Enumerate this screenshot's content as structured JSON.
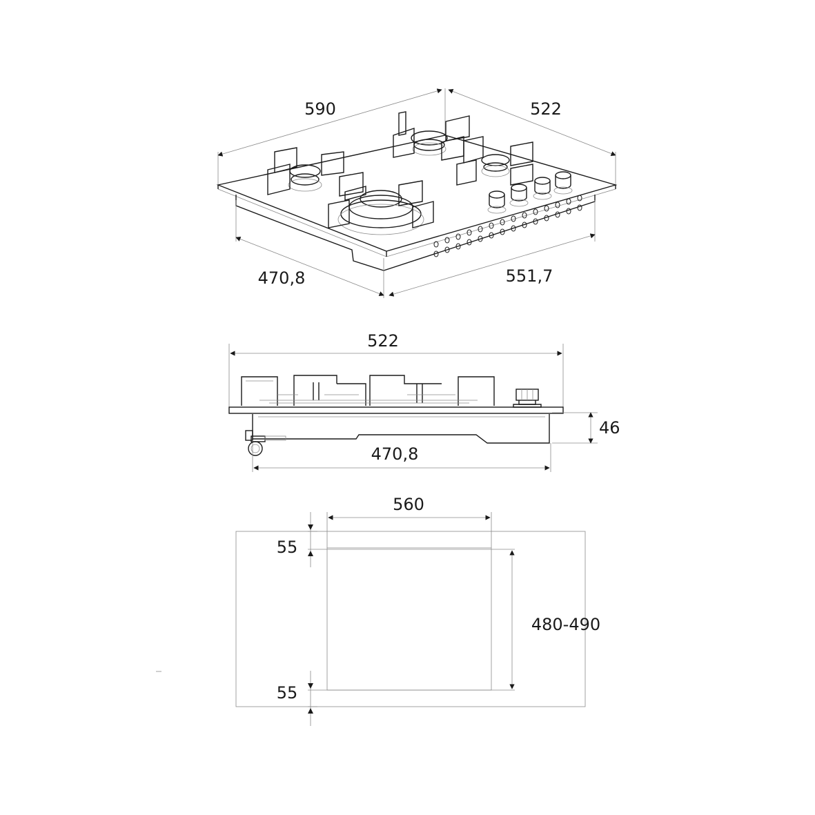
{
  "iso_view": {
    "width_label": "590",
    "depth_label": "522",
    "base_depth_label": "470,8",
    "base_width_label": "551,7"
  },
  "side_view": {
    "width_label": "522",
    "height_label": "46",
    "base_width_label": "470,8"
  },
  "cutout_view": {
    "width_label": "560",
    "top_margin_label": "55",
    "bottom_margin_label": "55",
    "depth_label": "480-490"
  },
  "colors": {
    "ink": "#1a1a1a",
    "guide": "#8a8a8a",
    "background": "#ffffff"
  }
}
